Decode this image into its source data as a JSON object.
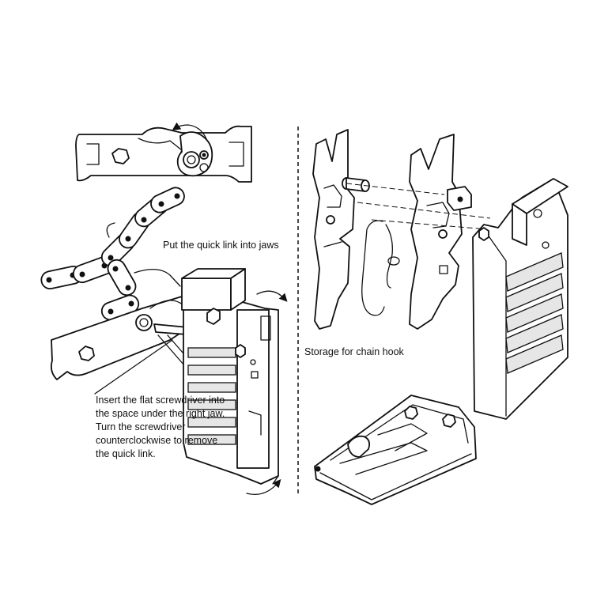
{
  "labels": {
    "jaws": "Put the quick link into jaws",
    "storage": "Storage for chain hook",
    "insert": [
      "Insert the flat screwdriver into",
      "the space under the right jaw.",
      "Turn the screwdriver",
      "counterclockwise to remove",
      "the quick link."
    ]
  },
  "colors": {
    "line": "#111111",
    "background": "#ffffff"
  }
}
